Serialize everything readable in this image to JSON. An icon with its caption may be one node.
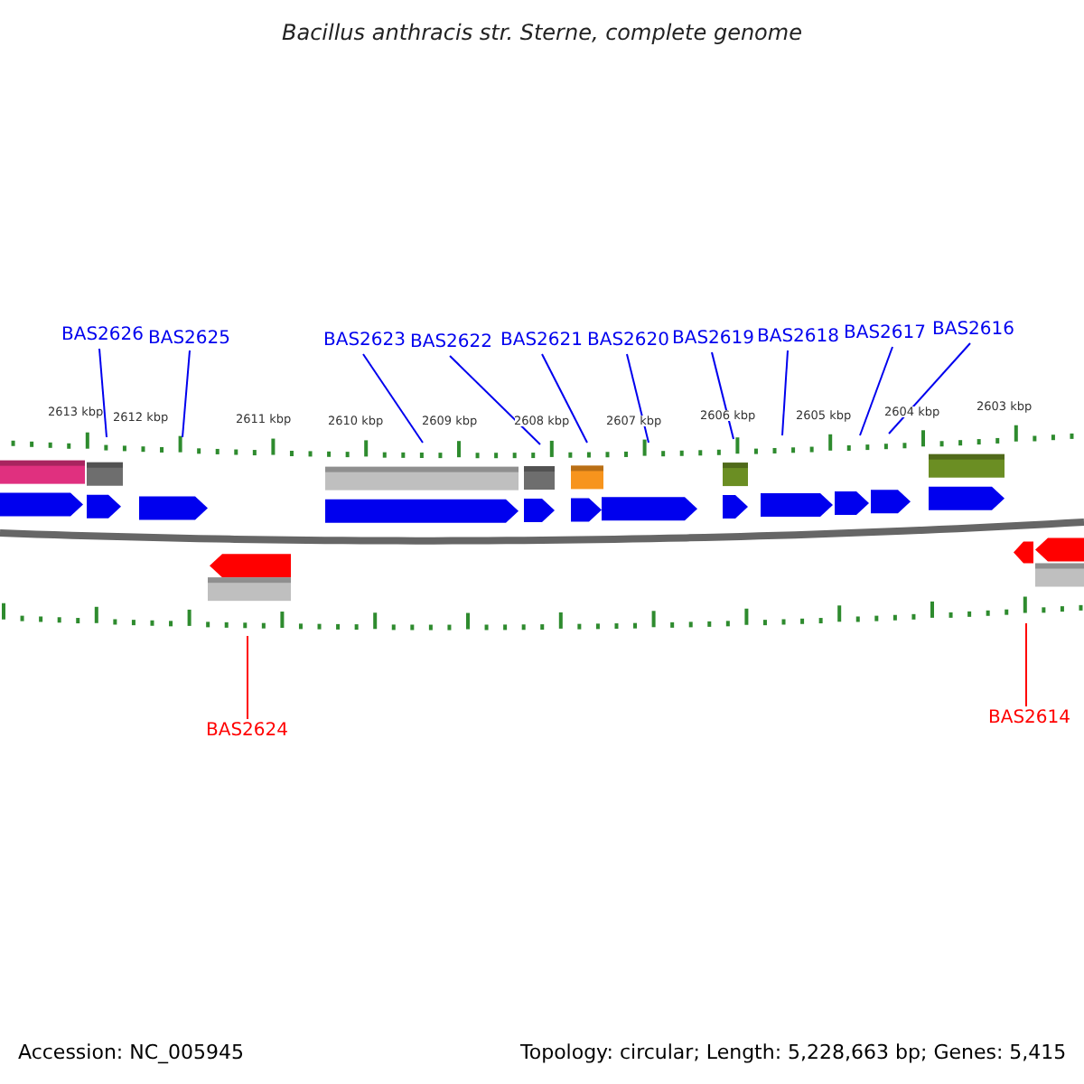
{
  "diagram": {
    "title": "Bacillus anthracis str. Sterne, complete genome",
    "nodes": [
      {
        "text": [
          "BAS2626"
        ]
      },
      {
        "text": [
          "BAS2625"
        ]
      },
      {
        "text": [
          "BAS2623"
        ]
      },
      {
        "text": [
          "BAS2622"
        ]
      },
      {
        "text": [
          "BAS2621"
        ]
      },
      {
        "text": [
          "BAS2620"
        ]
      },
      {
        "text": [
          "BAS2619"
        ]
      },
      {
        "text": [
          "BAS2618"
        ]
      },
      {
        "text": [
          "BAS2617"
        ]
      },
      {
        "text": [
          "BAS2616"
        ]
      },
      {
        "text": [
          "BAS2624"
        ]
      },
      {
        "text": [
          "BAS2614"
        ]
      }
    ],
    "edges": [
      {
        "from": 0,
        "to": null,
        "arrow": "none"
      },
      {
        "from": 1,
        "to": null,
        "arrow": "none"
      },
      {
        "from": 2,
        "to": null,
        "arrow": "none"
      },
      {
        "from": 3,
        "to": null,
        "arrow": "none"
      },
      {
        "from": 4,
        "to": null,
        "arrow": "none"
      },
      {
        "from": 5,
        "to": null,
        "arrow": "none"
      },
      {
        "from": 6,
        "to": null,
        "arrow": "none"
      },
      {
        "from": 7,
        "to": null,
        "arrow": "none"
      },
      {
        "from": 8,
        "to": null,
        "arrow": "none"
      },
      {
        "from": 9,
        "to": null,
        "arrow": "none"
      },
      {
        "from": 10,
        "to": null,
        "arrow": "none",
        "color": "#ff0000"
      },
      {
        "from": 11,
        "to": null,
        "arrow": "none",
        "color": "#ff0000"
      }
    ],
    "labels": [
      "2613 kbp",
      "2612 kbp",
      "2611 kbp",
      "2610 kbp",
      "2609 kbp",
      "2608 kbp",
      "2607 kbp",
      "2606 kbp",
      "2605 kbp",
      "2604 kbp",
      "2603 kbp",
      "Accession: NC_005945",
      "Topology: circular; Length: 5,228,663 bp; Genes: 5,415"
    ]
  }
}
